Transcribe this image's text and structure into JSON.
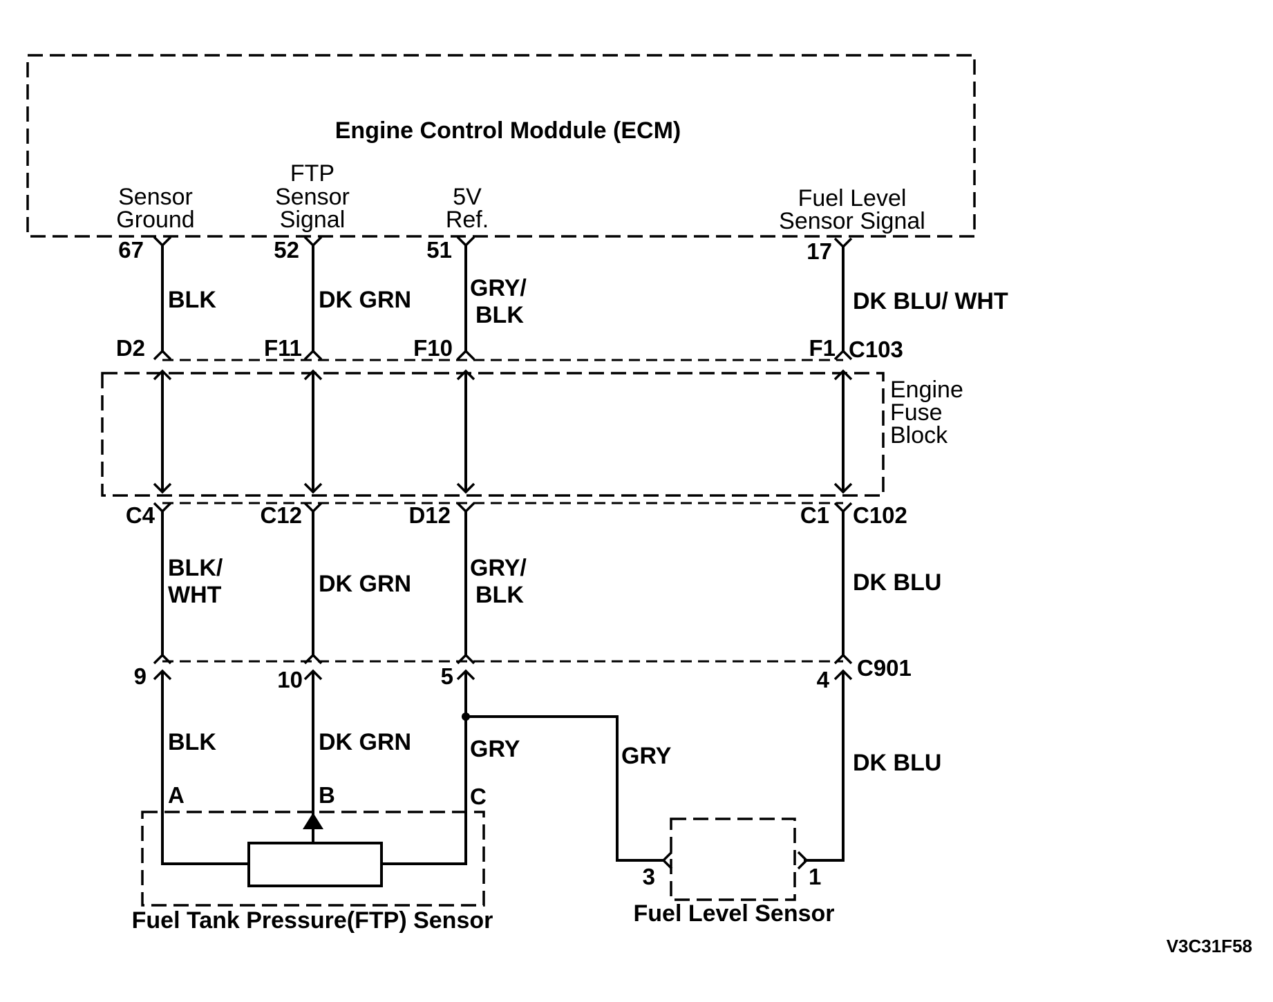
{
  "ecm": {
    "title": "Engine Control Moddule (ECM)",
    "pins": [
      {
        "lines": [
          "Sensor",
          "Ground"
        ],
        "number": "67"
      },
      {
        "lines": [
          "FTP",
          "Sensor",
          "Signal"
        ],
        "number": "52"
      },
      {
        "lines": [
          "5V",
          "Ref."
        ],
        "number": "51"
      },
      {
        "lines": [
          "Fuel Level",
          "Sensor Signal"
        ],
        "number": "17"
      }
    ]
  },
  "wires_upper": [
    [
      "BLK"
    ],
    [
      "DK GRN"
    ],
    [
      "GRY/",
      "BLK"
    ],
    [
      "DK BLU/ WHT"
    ]
  ],
  "c103": {
    "name": "C103",
    "pins": [
      "D2",
      "F11",
      "F10",
      "F1"
    ]
  },
  "fuse_block": {
    "lines": [
      "Engine",
      "Fuse",
      "Block"
    ]
  },
  "c102": {
    "name": "C102",
    "pins": [
      "C4",
      "C12",
      "D12",
      "C1"
    ]
  },
  "wires_middle": [
    [
      "BLK/",
      "WHT"
    ],
    [
      "DK GRN"
    ],
    [
      "GRY/",
      "BLK"
    ],
    [
      "DK BLU"
    ]
  ],
  "c901": {
    "name": "C901",
    "pins": [
      "9",
      "10",
      "5",
      "4"
    ]
  },
  "wires_lower": [
    [
      "BLK"
    ],
    [
      "DK GRN"
    ],
    [
      "GRY"
    ],
    [
      "GRY"
    ],
    [
      "DK BLU"
    ]
  ],
  "ftp_sensor": {
    "name": "Fuel Tank Pressure(FTP) Sensor",
    "terminals": [
      "A",
      "B",
      "C"
    ]
  },
  "fuel_level_sensor": {
    "name": "Fuel Level Sensor",
    "terminals": [
      "3",
      "1"
    ]
  },
  "figure_code": "V3C31F58"
}
